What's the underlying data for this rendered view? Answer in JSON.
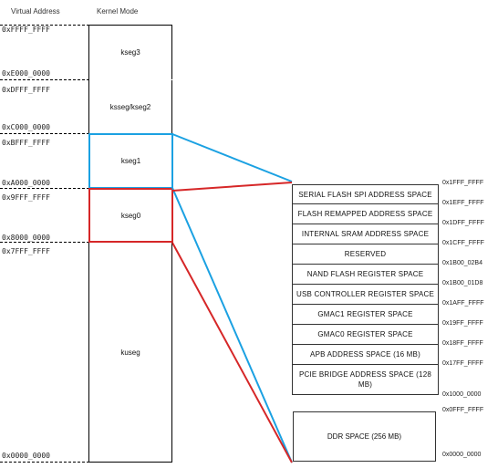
{
  "headers": {
    "virtual_address": "Virtual Address",
    "kernel_mode": "Kernel Mode"
  },
  "virtual_addresses": [
    "0xFFFF_FFFF",
    "0xE000_0000",
    "0xDFFF_FFFF",
    "0xC000_0000",
    "0xBFFF_FFFF",
    "0xA000_0000",
    "0x9FFF_FFFF",
    "0x8000_0000",
    "0x7FFF_FFFF",
    "0x0000_0000"
  ],
  "segments": [
    "kseg3",
    "ksseg/kseg2",
    "kseg1",
    "kseg0",
    "kuseg"
  ],
  "physical_spaces": [
    "SERIAL FLASH SPI ADDRESS SPACE",
    "FLASH REMAPPED ADDRESS SPACE",
    "INTERNAL SRAM ADDRESS SPACE",
    "RESERVED",
    "NAND FLASH REGISTER SPACE",
    "USB CONTROLLER REGISTER SPACE",
    "GMAC1 REGISTER SPACE",
    "GMAC0 REGISTER SPACE",
    "APB ADDRESS SPACE (16 MB)",
    "PCIE BRIDGE ADDRESS SPACE (128 MB)"
  ],
  "physical_addresses": [
    "0x1FFF_FFFF",
    "0x1EFF_FFFF",
    "0x1DFF_FFFF",
    "0x1CFF_FFFF",
    "0x1B00_02B4",
    "0x1B00_01D8",
    "0x1AFF_FFFF",
    "0x19FF_FFFF",
    "0x18FF_FFFF",
    "0x17FF_FFFF",
    "0x1000_0000",
    "0x0FFF_FFFF",
    "0x0000_0000"
  ],
  "ddr_space": "DDR SPACE (256 MB)",
  "colors": {
    "kseg1_mapping": "#1ba1e2",
    "kseg0_mapping": "#d62728"
  }
}
